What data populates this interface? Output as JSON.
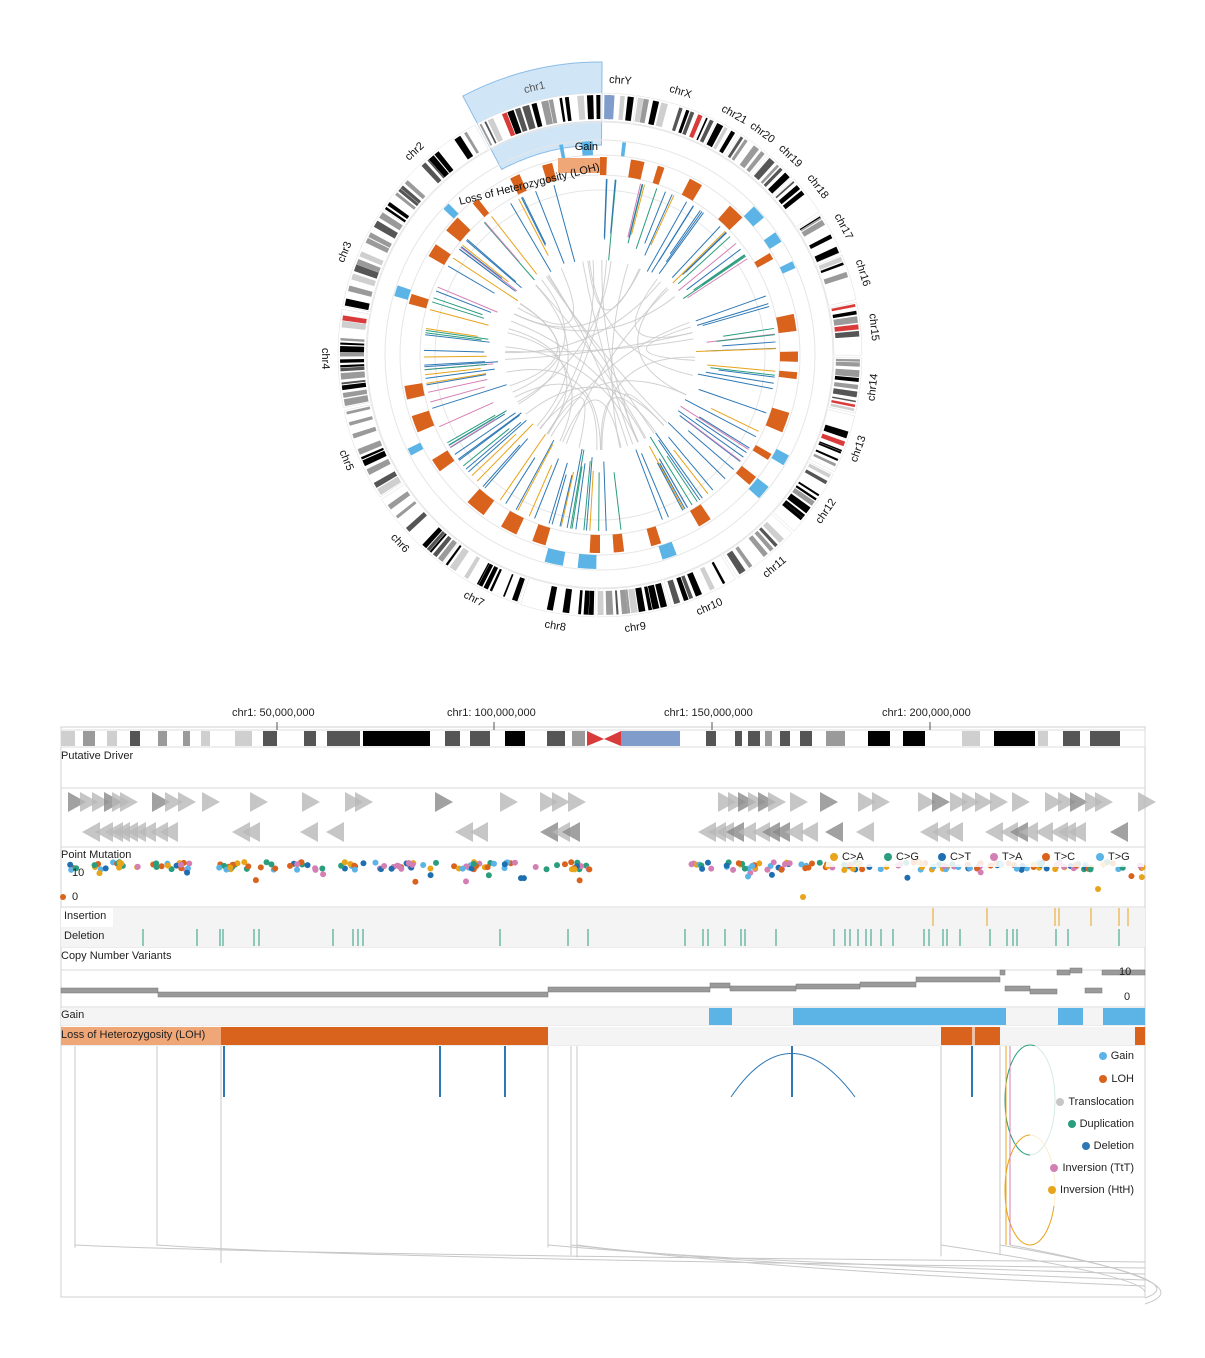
{
  "colors": {
    "gain": "#5bb3e6",
    "loh": "#d9621c",
    "loh_label_bg": "#f0a777",
    "selection_fill": "#cce4f7",
    "selection_stroke": "#7fb5e4",
    "centromere": "#d93a3a",
    "acen": "#7f9cca",
    "translocation": "#c7c7c7",
    "duplication": "#2a9d7e",
    "deletion": "#2e78b5",
    "inversion_tt": "#d47fb4",
    "inversion_hth": "#e8a41b",
    "mut_ca": "#e8a41b",
    "mut_cg": "#2a9d7e",
    "mut_ct": "#1f6fb0",
    "mut_ta": "#d47fb4",
    "mut_tc": "#d9621c",
    "mut_tg": "#5bb3e6",
    "cnv_bar": "#9a9a9a",
    "driver_arrow": "#b8b8b8"
  },
  "circos": {
    "chromosomes": [
      "chr1",
      "chr2",
      "chr3",
      "chr4",
      "chr5",
      "chr6",
      "chr7",
      "chr8",
      "chr9",
      "chr10",
      "chr11",
      "chr12",
      "chr13",
      "chr14",
      "chr15",
      "chr16",
      "chr17",
      "chr18",
      "chr19",
      "chr20",
      "chr21",
      "chrX",
      "chrY"
    ],
    "selected": "chr1",
    "gain_label": "Gain",
    "loh_label": "Loss of Heterozygosity (LOH)"
  },
  "linear": {
    "axis_ticks": [
      "chr1: 50,000,000",
      "chr1: 100,000,000",
      "chr1: 150,000,000",
      "chr1: 200,000,000"
    ],
    "tracks": {
      "putative_driver": "Putative Driver",
      "point_mutation": "Point Mutation",
      "insertion": "Insertion",
      "deletion": "Deletion",
      "cnv": "Copy Number Variants",
      "gain": "Gain",
      "loh": "Loss of Heterozygosity (LOH)"
    },
    "point_axis": {
      "y10": "10",
      "y0": "0"
    },
    "cnv_axis": {
      "y10": "10",
      "y0": "0"
    },
    "mutation_legend": [
      "C>A",
      "C>G",
      "C>T",
      "T>A",
      "T>C",
      "T>G"
    ],
    "sv_legend": [
      "Gain",
      "LOH",
      "Translocation",
      "Duplication",
      "Deletion",
      "Inversion (TtT)",
      "Inversion (HtH)"
    ]
  }
}
